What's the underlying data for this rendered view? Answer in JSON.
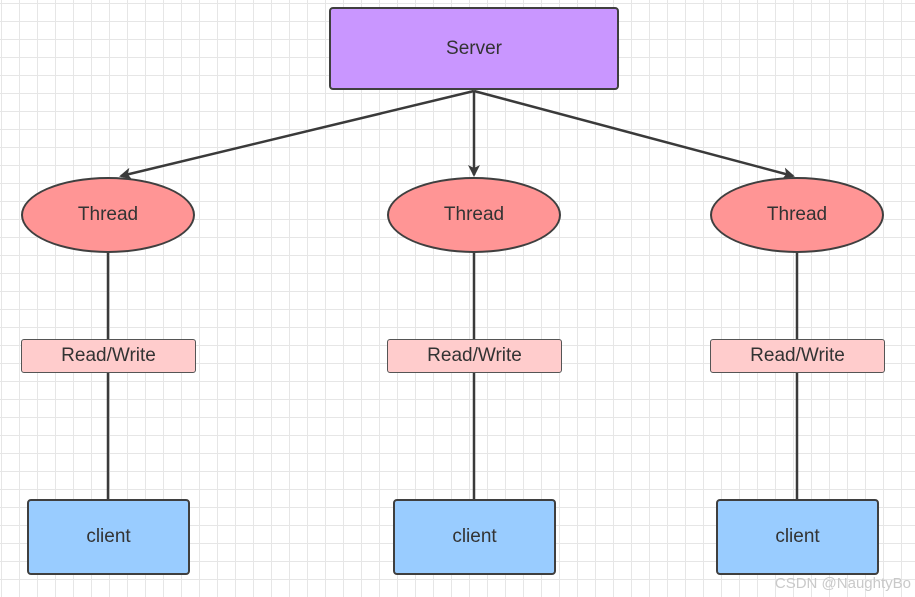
{
  "diagram": {
    "server": {
      "label": "Server"
    },
    "branches": [
      {
        "thread": "Thread",
        "io": "Read/Write",
        "client": "client"
      },
      {
        "thread": "Thread",
        "io": "Read/Write",
        "client": "client"
      },
      {
        "thread": "Thread",
        "io": "Read/Write",
        "client": "client"
      }
    ]
  },
  "colors": {
    "server_fill": "#c996ff",
    "thread_fill": "#ff9595",
    "io_fill": "#ffcccc",
    "client_fill": "#99ccff",
    "stroke": "#3f3f3f"
  },
  "watermark": "CSDN @NaughtyBo"
}
